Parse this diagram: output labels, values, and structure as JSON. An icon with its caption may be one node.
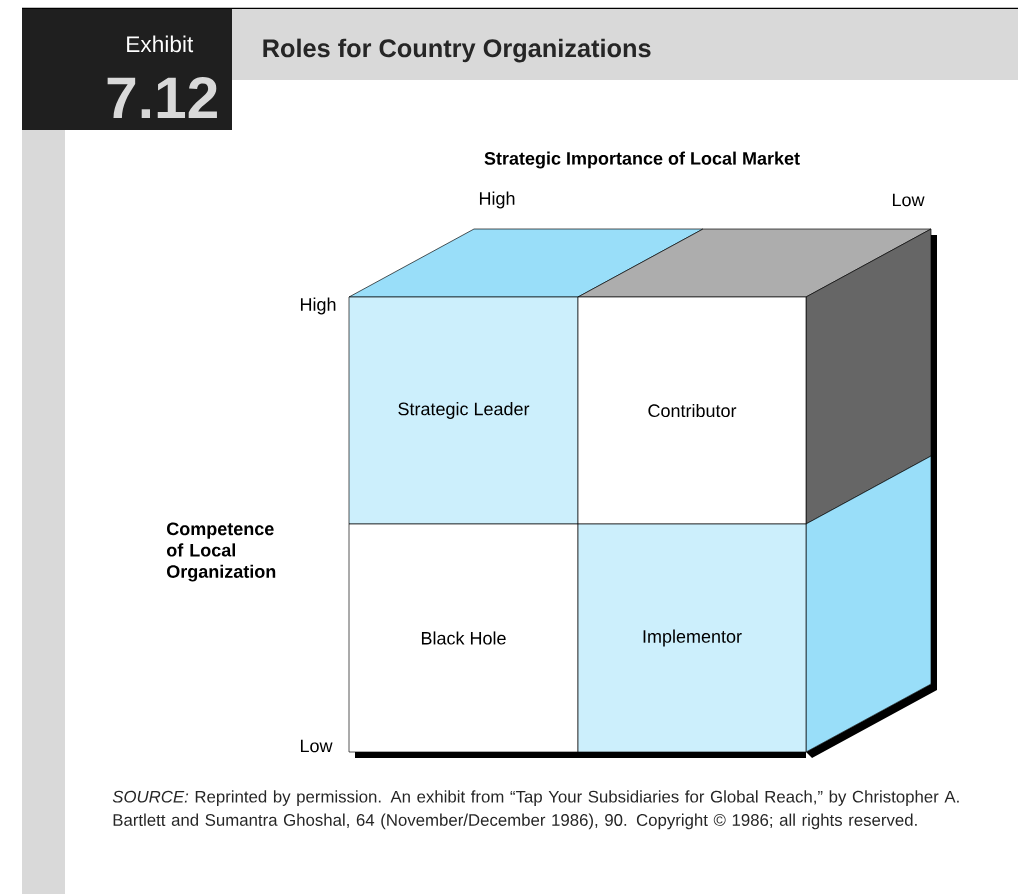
{
  "diagram": {
    "title": "Roles for Country Organizations",
    "caption": "*SOURCE:* Reprinted by permission. An exhibit from “Tap Your Subsidiaries for Global Reach,” by Christopher A. Bartlett and Sumantra Ghoshal, 64 (November/December 1986), 90. Copyright © 1986; all rights reserved.",
    "nodes": [
      {
        "text": [
          "Strategic Leader"
        ]
      },
      {
        "text": [
          "Contributor"
        ]
      },
      {
        "text": [
          "Black Hole"
        ]
      },
      {
        "text": [
          "Implementor"
        ]
      }
    ],
    "labels": [
      "Exhibit",
      "7.12",
      "Strategic Importance of Local Market",
      "High",
      "Low",
      "High",
      "Competence of Local Organization",
      "Low"
    ]
  }
}
